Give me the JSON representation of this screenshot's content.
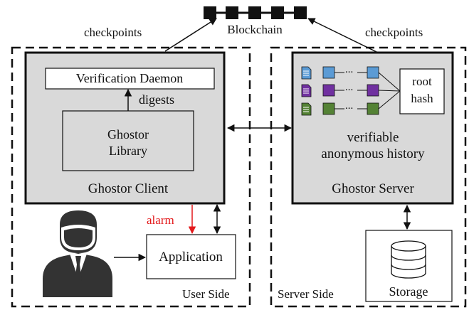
{
  "labels": {
    "blockchain": "Blockchain",
    "checkpoints_left": "checkpoints",
    "checkpoints_right": "checkpoints",
    "verification_daemon": "Verification Daemon",
    "digests": "digests",
    "ghostor_library_line1": "Ghostor",
    "ghostor_library_line2": "Library",
    "ghostor_client": "Ghostor Client",
    "root_hash_line1": "root",
    "root_hash_line2": "hash",
    "verifiable_line1": "verifiable",
    "verifiable_line2": "anonymous history",
    "ghostor_server": "Ghostor Server",
    "alarm": "alarm",
    "application": "Application",
    "user_side": "User Side",
    "server_side": "Server Side",
    "storage": "Storage",
    "ellipsis": "..."
  },
  "colors": {
    "client_fill": "#d9d9d9",
    "server_fill": "#d9d9d9",
    "alarm": "#e3191b",
    "row_blue": "#5b9bd5",
    "row_purple": "#7030a0",
    "row_green": "#548235"
  },
  "icons": {
    "user": "person-silhouette-icon",
    "storage": "database-icon",
    "document": "document-icon"
  }
}
